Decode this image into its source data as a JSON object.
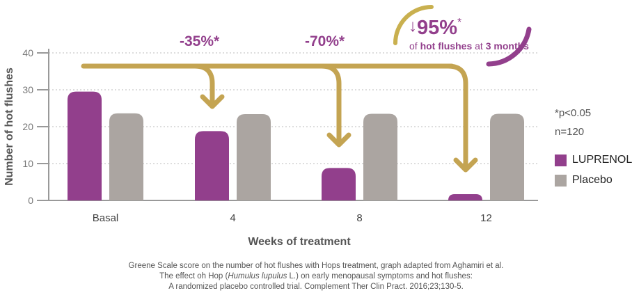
{
  "chart_data": {
    "type": "bar",
    "title": "",
    "xlabel": "Weeks of treatment",
    "ylabel": "Number of hot flushes",
    "ylim": [
      0,
      40
    ],
    "yticks": [
      0,
      10,
      20,
      30,
      40
    ],
    "grid": true,
    "categories": [
      "Basal",
      "4",
      "8",
      "12"
    ],
    "series": [
      {
        "name": "LUPRENOL®",
        "color": "#923f8c",
        "values": [
          29.5,
          18.8,
          8.8,
          1.7
        ]
      },
      {
        "name": "Placebo",
        "color": "#aba5a1",
        "values": [
          23.6,
          23.4,
          23.5,
          23.5
        ]
      }
    ],
    "legend_position": "right",
    "annotations": {
      "reductions": [
        "-35%*",
        "-70%*"
      ],
      "highlight_value": "95%",
      "highlight_star": "*",
      "highlight_text_a": "of ",
      "highlight_text_b": "hot flushes",
      "highlight_text_c": " at ",
      "highlight_text_d": "3 months",
      "pvalue": "*p<0.05",
      "n": "n=120"
    }
  },
  "caption": [
    "Greene Scale score on the number of hot flushes with Hops treatment, graph adapted from Aghamiri et al.",
    "The effect oh Hop (",
    "Humulus lupulus",
    " L.) on early menopausal symptoms and hot flushes:",
    "A randomized placebo controlled trial. Complement Ther Clin Pract. 2016;23;130-5."
  ],
  "colors": {
    "gold": "#c4a452",
    "purple": "#923f8c",
    "grey": "#aba5a1"
  }
}
